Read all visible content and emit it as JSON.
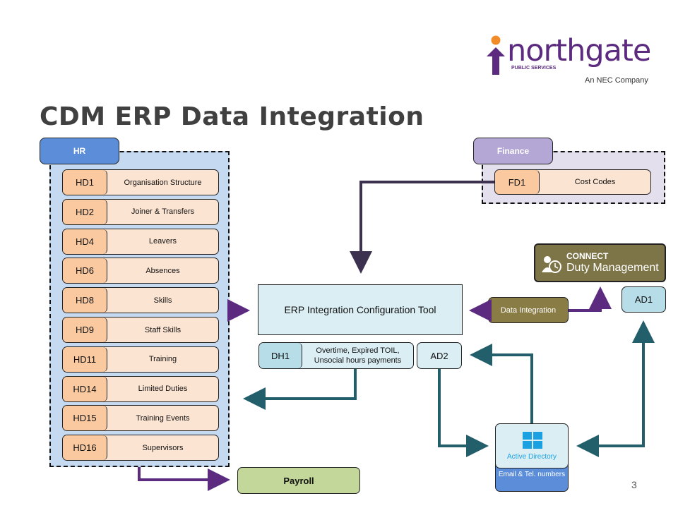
{
  "logo": {
    "brand": "northgate",
    "tagline": "PUBLIC SERVICES",
    "company": "An NEC Company"
  },
  "title": "CDM ERP Data Integration",
  "hr": {
    "label": "HR",
    "items": [
      {
        "code": "HD1",
        "label": "Organisation Structure"
      },
      {
        "code": "HD2",
        "label": "Joiner & Transfers"
      },
      {
        "code": "HD4",
        "label": "Leavers"
      },
      {
        "code": "HD6",
        "label": "Absences"
      },
      {
        "code": "HD8",
        "label": "Skills"
      },
      {
        "code": "HD9",
        "label": "Staff Skills"
      },
      {
        "code": "HD11",
        "label": "Training"
      },
      {
        "code": "HD14",
        "label": "Limited Duties"
      },
      {
        "code": "HD15",
        "label": "Training Events"
      },
      {
        "code": "HD16",
        "label": "Supervisors"
      }
    ]
  },
  "finance": {
    "label": "Finance",
    "item": {
      "code": "FD1",
      "label": "Cost Codes"
    }
  },
  "erp_tool": "ERP Integration Configuration Tool",
  "data_integration": "Data Integration",
  "connect": {
    "brand": "CONNECT",
    "product": "Duty Management"
  },
  "ad1": "AD1",
  "ad2": "AD2",
  "dh1": {
    "code": "DH1",
    "label_line1": "Overtime, Expired TOIL,",
    "label_line2": "Unsocial hours payments"
  },
  "active_directory": {
    "label": "Active Directory",
    "footer": "Email & Tel. numbers"
  },
  "payroll": "Payroll",
  "page_number": "3",
  "colors": {
    "hr_tab": "#5b8dd9",
    "hr_panel": "#c5d9f1",
    "finance_tab": "#b4a7d6",
    "finance_panel": "#e4dfec",
    "code_cell": "#fbc9a0",
    "label_cell": "#fce4d2",
    "tool_bg": "#dbeef4",
    "data_integration": "#8a7c45",
    "payroll": "#c4d79b",
    "purple_arrow": "#5c2a7e",
    "teal_arrow": "#225f6b",
    "dark_arrow": "#3c3250"
  }
}
